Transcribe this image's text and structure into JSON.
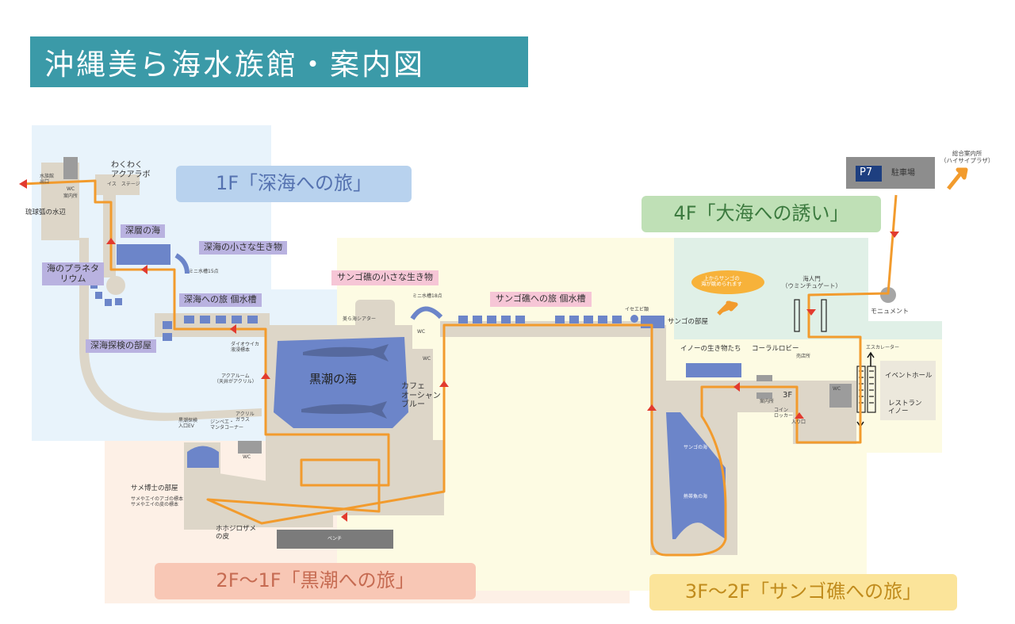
{
  "title": "沖縄美ら海水族館・案内図",
  "colors": {
    "banner": "#3b9aa8",
    "route": "#f29b2d",
    "tank": "#6c85c9",
    "walkway": "#ddd6c8",
    "zone_1f": "#e8f3fb",
    "zone_2f": "#fdf0e6",
    "zone_3f": "#fdfbe3",
    "zone_4f": "#e0f0e7"
  },
  "floors": {
    "f1": "1F「深海への旅」",
    "f4": "4F「大海への誘い」",
    "f2": "2F～1F「黒潮への旅」",
    "f3": "3F～2F「サンゴ礁への旅」"
  },
  "labels": {
    "wakuwaku": "わくわく\nアクアラボ",
    "ryukyu": "琉球弧の水辺",
    "shinso": "深層の海",
    "shinkai_small": "深海の小さな生き物",
    "planetarium": "海のプラネタ\nリウム",
    "shinkai_tank": "深海への旅 個水槽",
    "tansa": "深海探検の部屋",
    "mini15": "ミニ水槽15点",
    "mini18": "ミニ水槽18点",
    "daio": "ダイオウイカ\n液浸標本",
    "aquaroom": "アクアルーム\n（天井がアクリル）",
    "kuroshio": "黒潮の海",
    "cafe": "カフェ\nオーシャン\nブルー",
    "churaumi_theater": "美ら海シアター",
    "sango_small": "サンゴ礁の小さな生き物",
    "sango_tank": "サンゴ礁への旅 個水槽",
    "isoebi": "イセエビ類",
    "sango_room": "サンゴの部屋",
    "same_hakase": "サメ博士の部屋",
    "same_sub": "サメやエイのアゴの標本\nサメやエイの皮の標本",
    "hohojiro": "ホホジロザメ\nの皮",
    "bench": "ベンチ",
    "kuroshio_ev": "黒潮探検\n入口EV",
    "jinbe": "ジンベエ・\nマンタコーナー",
    "acryl": "アクリル\nガラス",
    "parking_badge": "P7",
    "parking_label": "駐車場",
    "info_center": "総合案内所\n（ハイサイプラザ）",
    "umi_gate": "海人門\n（ウミンチュゲート）",
    "monument": "モニュメント",
    "coral_lobby": "コーラルロビー",
    "ino_creatures": "イノーの生き物たち",
    "event_hall": "イベントホール",
    "restaurant": "レストラン\nイノー",
    "escalator": "エスカレーター",
    "floor3": "3F",
    "coin_locker": "コイン\nロッカー",
    "entrance": "入り口",
    "info_desk": "案内所",
    "baiten": "売店所",
    "sango_sea": "サンゴの海",
    "nettai_sea": "熱帯魚の海",
    "callout": "上からサンゴの\n海が眺められます",
    "exit_top": "水族館\n出口",
    "wc": "WC",
    "annai": "案内所",
    "ikazu": "イス　ステージ"
  }
}
